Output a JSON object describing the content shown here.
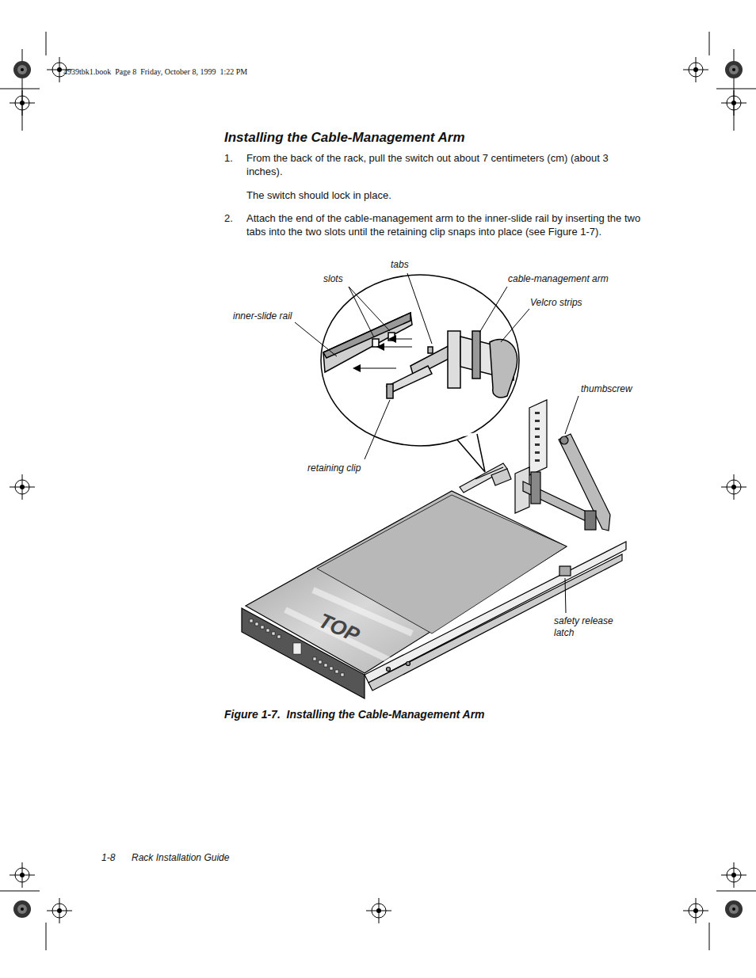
{
  "diagram": {
    "title": "Installing the Cable-Management Arm",
    "caption": "Figure 1-7.  Installing the Cable-Management Arm",
    "labels": [
      "4939tbk1.book  Page 8  Friday, October 8, 1999  1:22 PM",
      "1.",
      "From the back of the rack, pull the switch out about 7 centimeters (cm) (about 3 inches).",
      "The switch should lock in place.",
      "2.",
      "Attach the end of the cable-management arm to the inner-slide rail by inserting the two tabs into the two slots until the retaining clip snaps into place (see Figure 1-7).",
      "tabs",
      "slots",
      "cable-management arm",
      "Velcro strips",
      "inner-slide rail",
      "thumbscrew",
      "retaining clip",
      "safety release latch",
      "TOP",
      "1-8",
      "Rack Installation Guide"
    ]
  }
}
